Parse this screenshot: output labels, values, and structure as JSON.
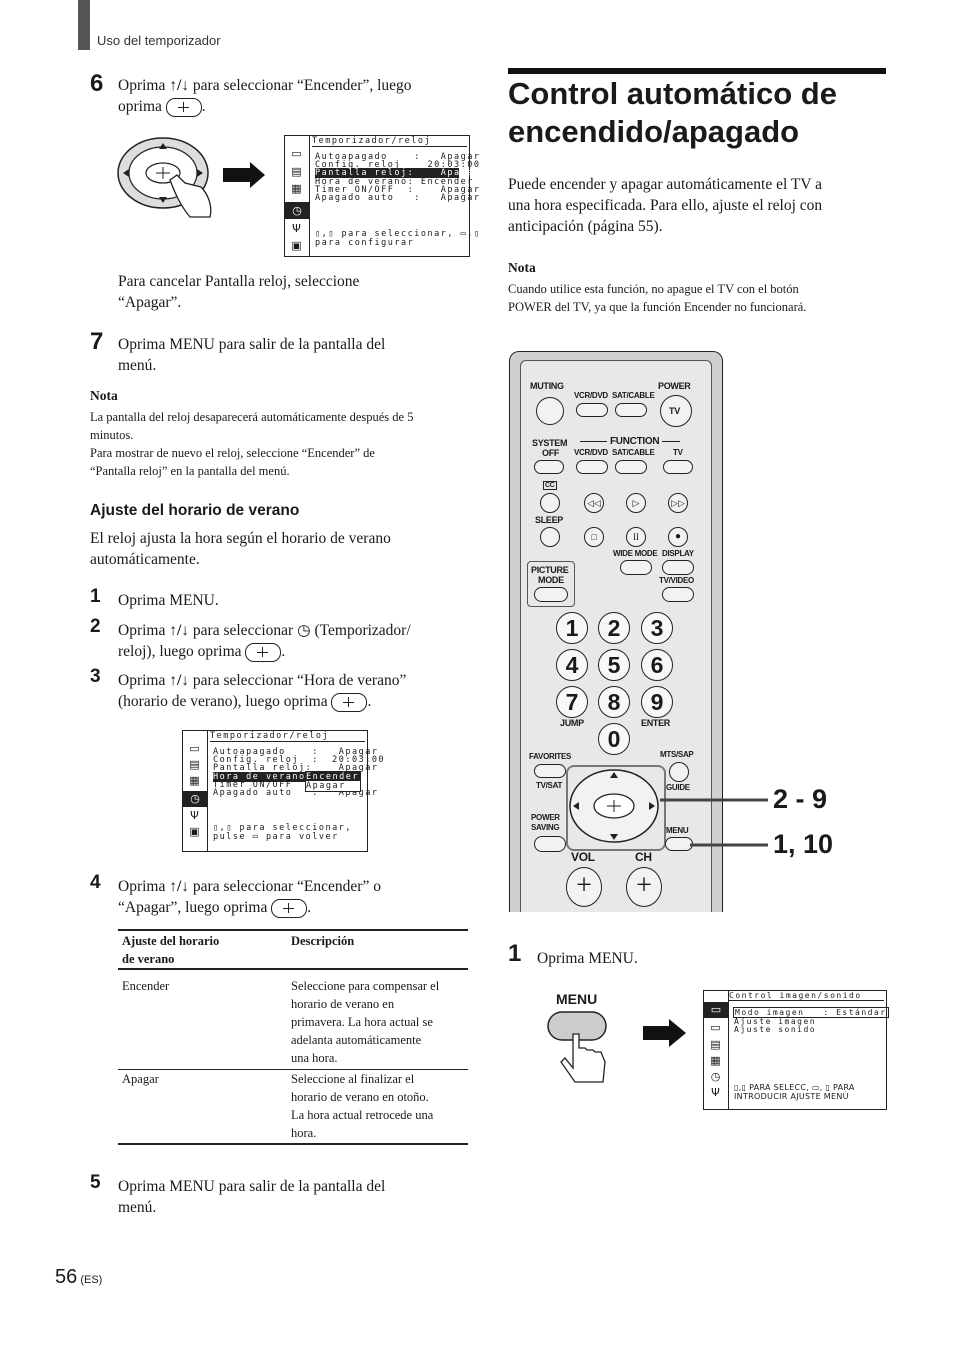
{
  "header": {
    "section": "Uso del temporizador"
  },
  "left": {
    "step6": {
      "num": "6",
      "text1": "Oprima",
      "text2": "para seleccionar “Encender”, luego",
      "text3": "oprima",
      "after_text": "Para cancelar Pantalla reloj, seleccione",
      "after_text2": "“Apagar”."
    },
    "step7": {
      "num": "7",
      "text": "Oprima MENU para salir de la pantalla del",
      "text2": "menú."
    },
    "nota": {
      "title": "Nota",
      "lines": [
        "La pantalla del reloj desaparecerá automáticamente después de 5",
        "minutos.",
        "Para mostrar de nuevo el reloj, seleccione “Encender” de",
        "“Pantalla reloj” en la pantalla del menú."
      ]
    },
    "subhead": "Ajuste del horario de verano",
    "intro": [
      "El reloj ajusta la hora según el horario de verano",
      "automáticamente."
    ],
    "s1": {
      "num": "1",
      "text": "Oprima MENU."
    },
    "s2": {
      "num": "2",
      "text": "Oprima",
      "text2": "para seleccionar",
      "text3": "(Temporizador/",
      "text4": "reloj), luego oprima"
    },
    "s3": {
      "num": "3",
      "text": "Oprima",
      "text2": "para seleccionar “Hora de verano”",
      "text3": "(horario de verano), luego oprima"
    },
    "s4": {
      "num": "4",
      "text": "Oprima",
      "text2": "para seleccionar “Encender” o",
      "text3": "“Apagar”, luego oprima"
    },
    "s5": {
      "num": "5",
      "text": "Oprima MENU para salir de la pantalla del",
      "text2": "menú."
    },
    "table": {
      "headers": [
        "Ajuste del horario",
        "de verano",
        "Descripción"
      ],
      "rows": [
        {
          "setting": "Encender",
          "desc": [
            "Seleccione para compensar el",
            "horario de verano en",
            "primavera. La hora actual se",
            "adelanta automáticamente",
            "una hora."
          ]
        },
        {
          "setting": "Apagar",
          "desc": [
            "Seleccione al finalizar el",
            "horario de verano en otoño.",
            "La hora actual retrocede una",
            "hora."
          ]
        }
      ]
    },
    "page_num": "56",
    "page_suffix": "(ES)"
  },
  "osd1": {
    "title": "Temporizador/reloj",
    "rows": [
      "Autoapagado    :   Apagar",
      "Config. reloj    20:03:00",
      "Pantalla reloj:    Apagar",
      "Hora de verano: Encender",
      "Timer ON/OFF  :    Apagar",
      "Apagado auto   :   Apagar"
    ],
    "footer1": "▯,▯ para seleccionar, ▭,▯",
    "footer2": "para configurar"
  },
  "osd2": {
    "title": "Temporizador/reloj",
    "rows": [
      "Autoapagado    :   Apagar",
      "Config. reloj  :  20:03:00",
      "Pantalla reloj:    Apagar",
      "Hora de verano:",
      "Timer ON/OFF  :",
      "Apagado auto   :   Apagar"
    ],
    "popup1": "Encender",
    "popup2": "Apagar",
    "footer1": "▯,▯ para seleccionar,",
    "footer2": "pulse ▭ para volver"
  },
  "right": {
    "title1": "Control automático de",
    "title2": "encendido/apagado",
    "intro": [
      "Puede encender y apagar automáticamente el TV a",
      "una hora especificada. Para ello, ajuste el reloj con",
      "anticipación (página 55)."
    ],
    "nota": {
      "title": "Nota",
      "lines": [
        "Cuando utilice esta función, no apague el TV con el botón",
        "POWER del TV, ya que la función Encender no funcionará."
      ]
    },
    "callout1": "2 - 9",
    "callout2": "1, 10",
    "step1": {
      "num": "1",
      "text": "Oprima MENU."
    },
    "menu_label": "MENU"
  },
  "remote": {
    "muting": "MUTING",
    "power": "POWER",
    "vcrdvd": "VCR/DVD",
    "satcable": "SAT/CABLE",
    "tv": "TV",
    "system": "SYSTEM",
    "off": "OFF",
    "function": "FUNCTION",
    "cc": "CC",
    "sleep": "SLEEP",
    "widemode": "WIDE MODE",
    "display": "DISPLAY",
    "picture": "PICTURE",
    "mode": "MODE",
    "tvvideo": "TV/VIDEO",
    "digits": [
      "1",
      "2",
      "3",
      "4",
      "5",
      "6",
      "7",
      "8",
      "9",
      "0"
    ],
    "jump": "JUMP",
    "enter": "ENTER",
    "favorites": "FAVORITES",
    "mtssap": "MTS/SAP",
    "tvsat": "TV/SAT",
    "guide": "GUIDE",
    "powersaving1": "POWER",
    "powersaving2": "SAVING",
    "menu": "MENU",
    "vol": "VOL",
    "ch": "CH"
  },
  "osd3": {
    "title": "Control imagen/sonido",
    "rows": [
      "Modo imagen   : Estándar",
      "Ajuste imagen",
      "Ajuste sonido"
    ],
    "footer1": "▯,▯ PARA SELECC, ▭, ▯ PARA",
    "footer2": "INTRODUCIR AJUSTE MENÚ"
  }
}
